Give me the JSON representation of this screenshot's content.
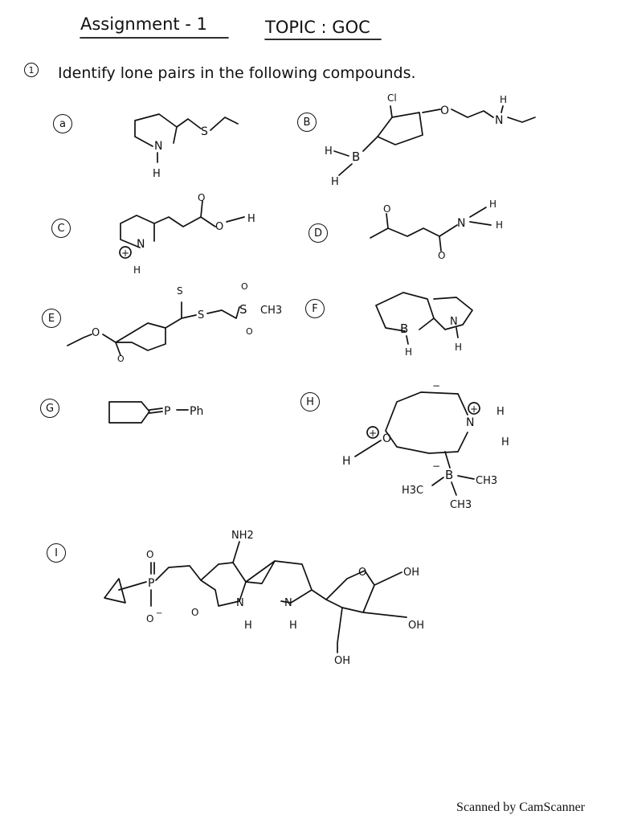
{
  "header": {
    "title": "Assignment - 1",
    "topic": "TOPIC : GOC"
  },
  "question": {
    "number": "1",
    "text": "Identify lone pairs in the following compounds."
  },
  "labels": [
    "a",
    "B",
    "C",
    "D",
    "E",
    "F",
    "G",
    "H",
    "I"
  ],
  "atoms": {
    "N": "N",
    "H": "H",
    "S": "S",
    "O": "O",
    "B": "B",
    "P": "P",
    "Cl": "Cl",
    "CH3": "CH3",
    "H3C": "H3C",
    "Ph": "Ph",
    "NH2": "NH2",
    "OH": "OH",
    "plus": "+",
    "minus": "−"
  },
  "footer": "Scanned by CamScanner"
}
